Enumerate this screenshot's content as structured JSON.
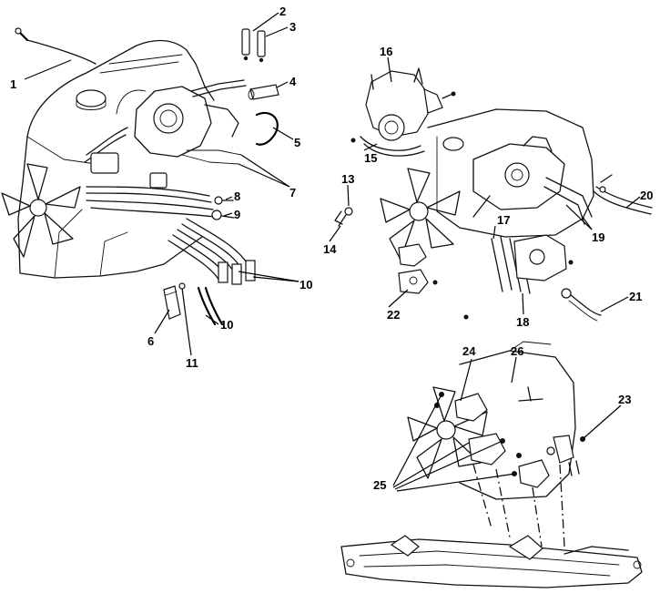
{
  "callouts": {
    "c1": "1",
    "c2": "2",
    "c3": "3",
    "c4": "4",
    "c5": "5",
    "c6": "6",
    "c7": "7",
    "c8": "8",
    "c9": "9",
    "c10a": "10",
    "c10b": "10",
    "c11": "11",
    "c13": "13",
    "c14": "14",
    "c15": "15",
    "c16": "16",
    "c17": "17",
    "c18": "18",
    "c19": "19",
    "c20": "20",
    "c21": "21",
    "c22": "22",
    "c23": "23",
    "c24": "24",
    "c25": "25",
    "c26": "26"
  }
}
